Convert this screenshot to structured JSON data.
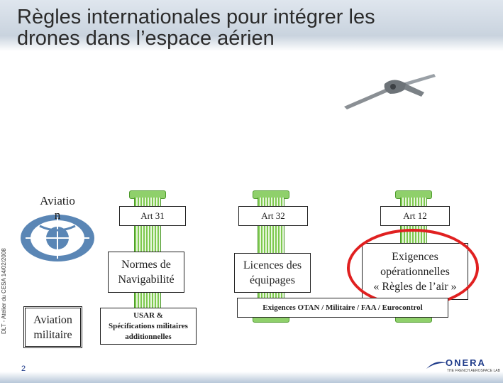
{
  "slide": {
    "title_line1": "Règles internationales pour intégrer les",
    "title_line2": "drones dans l’espace aérien",
    "sidebar_text": "DLT - Atelier du CESA 14/02/2008",
    "page_number": "2"
  },
  "left": {
    "civil_label_line1": "Aviatio",
    "civil_label_line2": "n",
    "military_label_line1": "Aviation",
    "military_label_line2": "militaire"
  },
  "articles": {
    "art31": "Art 31",
    "art32": "Art 32",
    "art12": "Art 12"
  },
  "pillars": {
    "p1_line1": "Normes de",
    "p1_line2": "Navigabilité",
    "p2_line1": "Licences des",
    "p2_line2": "équipages",
    "p3_line1": "Exigences",
    "p3_line2": "opérationnelles",
    "p3_line3": "« Règles de l’air »"
  },
  "bottom_boxes": {
    "usar_line1": "USAR &",
    "usar_line2": "Spécifications militaires",
    "usar_line3": "additionnelles",
    "otan": "Exigences OTAN / Militaire / FAA / Eurocontrol"
  },
  "logo": {
    "brand": "ONERA",
    "tagline": "THE FRENCH AEROSPACE LAB"
  },
  "colors": {
    "pillar_green": "#7ec94f",
    "highlight_red": "#e02020",
    "title_band": "#c9d3de"
  }
}
